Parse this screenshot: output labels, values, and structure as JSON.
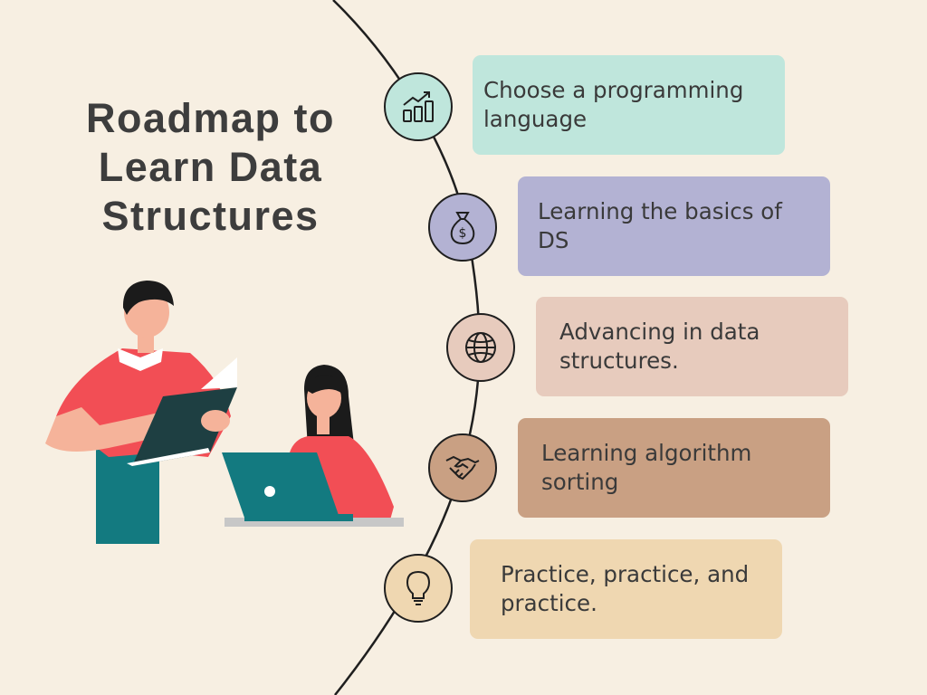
{
  "title": "Roadmap to Learn Data Structures",
  "steps": [
    {
      "label": "Choose a programming language",
      "icon": "growth-chart-icon",
      "color": "#bfe6dc"
    },
    {
      "label": "Learning the basics of DS",
      "icon": "money-bag-icon",
      "color": "#b3b2d3"
    },
    {
      "label": "Advancing in data structures.",
      "icon": "globe-icon",
      "color": "#e7cbbd"
    },
    {
      "label": "Learning algorithm sorting",
      "icon": "handshake-icon",
      "color": "#c9a083"
    },
    {
      "label": "Practice, practice, and practice.",
      "icon": "lightbulb-icon",
      "color": "#efd7b1"
    }
  ],
  "colors": {
    "background": "#f7efe2",
    "line": "#1f1f1f",
    "title": "#3d3d3d"
  }
}
